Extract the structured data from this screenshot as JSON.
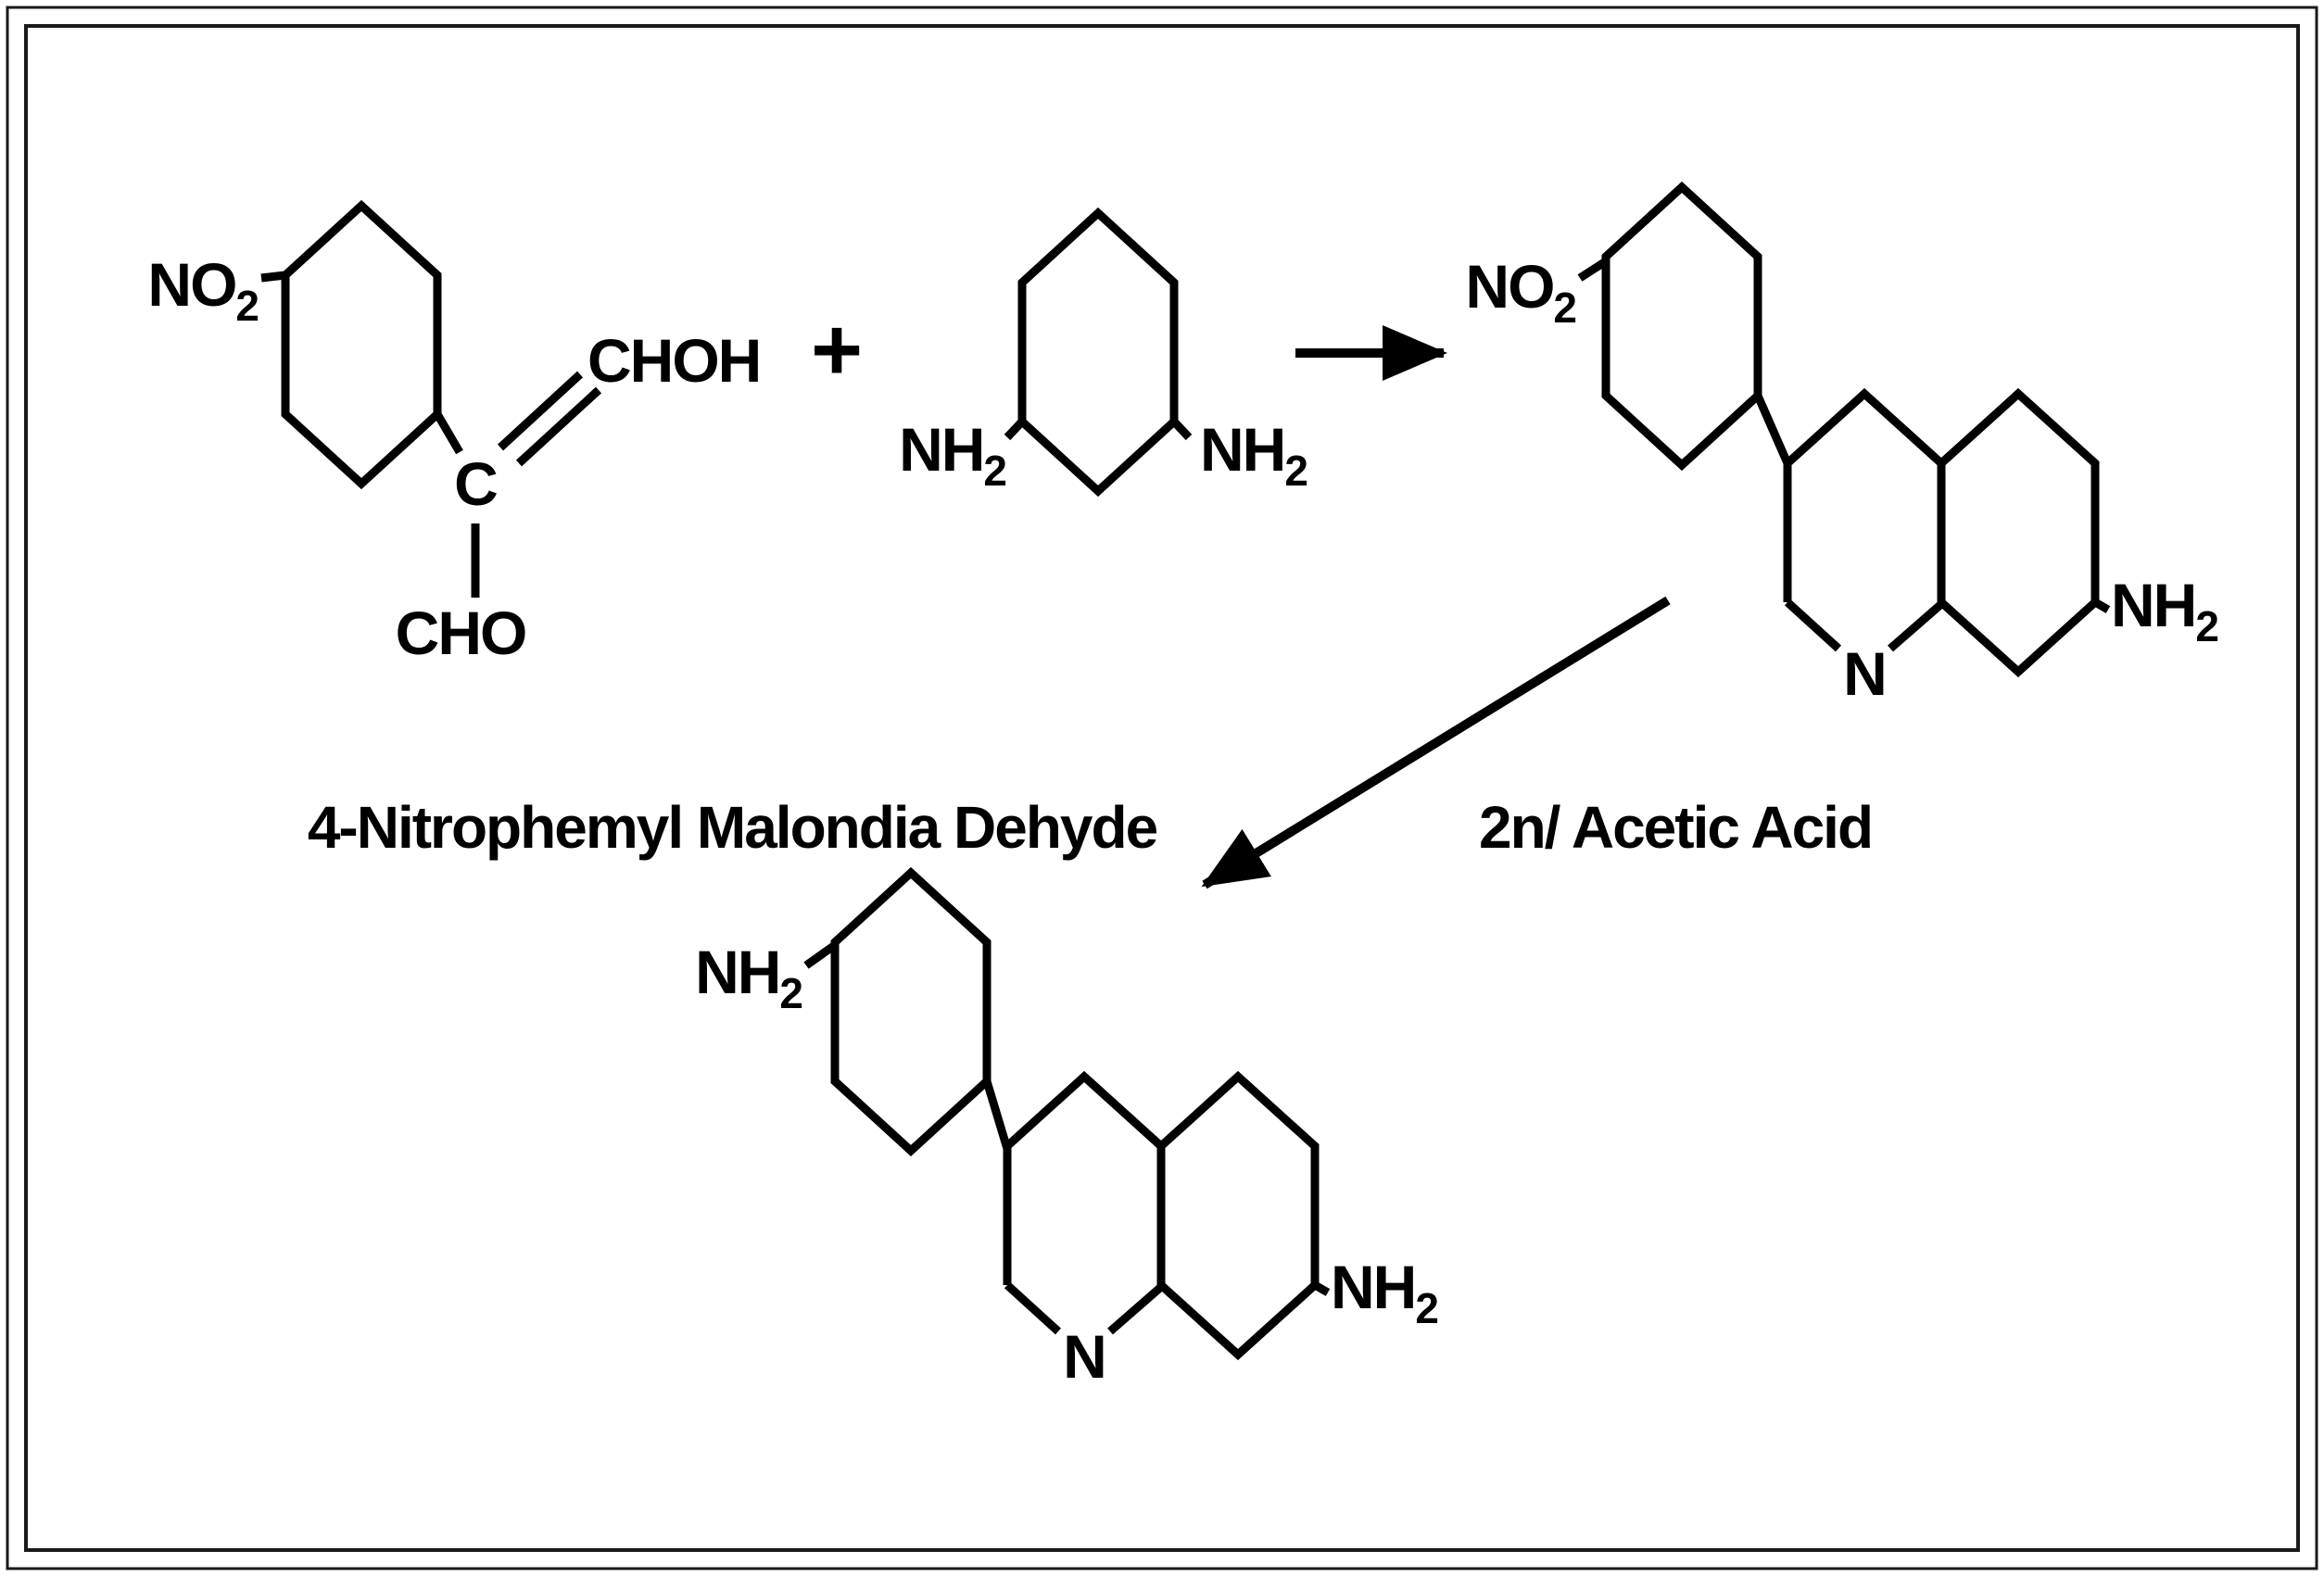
{
  "scheme": {
    "plus": "+",
    "reagent_label": "2n/ Acetic Acid",
    "reactant1": {
      "name_label": "4-Nitrophemyl Malondia Dehyde",
      "no2": {
        "main": "NO",
        "sub": "2"
      },
      "c": "C",
      "choh": "CHOH",
      "cho": "CHO"
    },
    "reactant2": {
      "nh2_left": {
        "main": "NH",
        "sub": "2"
      },
      "nh2_right": {
        "main": "NH",
        "sub": "2"
      }
    },
    "product1": {
      "no2": {
        "main": "NO",
        "sub": "2"
      },
      "n": "N",
      "nh2": {
        "main": "NH",
        "sub": "2"
      }
    },
    "product2": {
      "nh2_top": {
        "main": "NH",
        "sub": "2"
      },
      "n": "N",
      "nh2_right": {
        "main": "NH",
        "sub": "2"
      }
    },
    "colors": {
      "ink": "#000000",
      "paper": "#ffffff"
    }
  }
}
